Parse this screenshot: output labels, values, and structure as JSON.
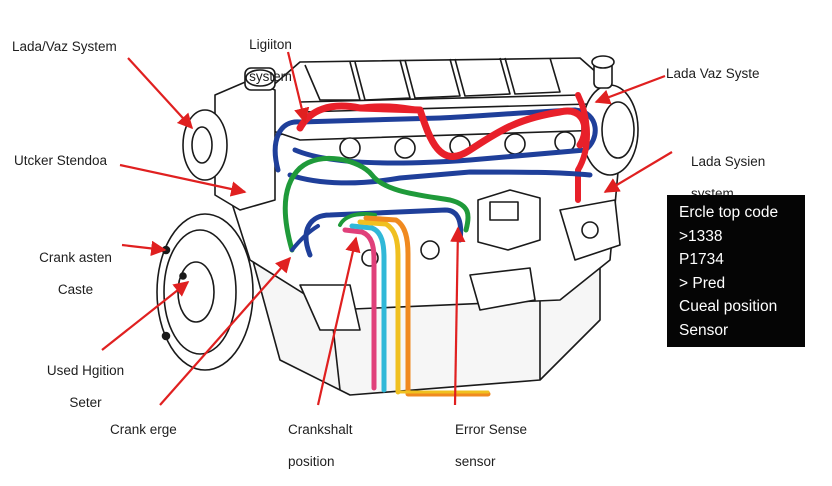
{
  "diagram": {
    "labels": {
      "lada_vaz_system": "Lada/Vaz System",
      "ligiiton_system_1": "Ligiiton",
      "ligiiton_system_2": "system",
      "lada_vaz_syste": "Lada Vaz Syste",
      "utcker_stendoa": "Utcker Stendoa",
      "lada_sysien_1": "Lada Sysien",
      "lada_sysien_2": "system",
      "crank_asten_1": "Crank asten",
      "crank_asten_2": "Caste",
      "used_hgition_1": "Used Hgition",
      "used_hgition_2": "Seter",
      "crank_erge": "Crank erge",
      "crankshalt_1": "Crankshalt",
      "crankshalt_2": "position",
      "error_sense_1": "Error Sense",
      "error_sense_2": "sensor"
    },
    "info_box": {
      "lines": [
        "Ercle top code",
        ">1338",
        "P1734",
        "> Pred",
        "Cueal position",
        "Sensor"
      ]
    },
    "colors": {
      "arrow": "#e02020",
      "wire_red": "#e8202a",
      "wire_blue": "#1f3f9a",
      "wire_green": "#1f9a3a",
      "wire_pink": "#e0407a",
      "wire_cyan": "#30b8d8",
      "wire_yellow": "#f0c020",
      "wire_orange": "#f08a20",
      "box_bg": "#050505"
    }
  }
}
